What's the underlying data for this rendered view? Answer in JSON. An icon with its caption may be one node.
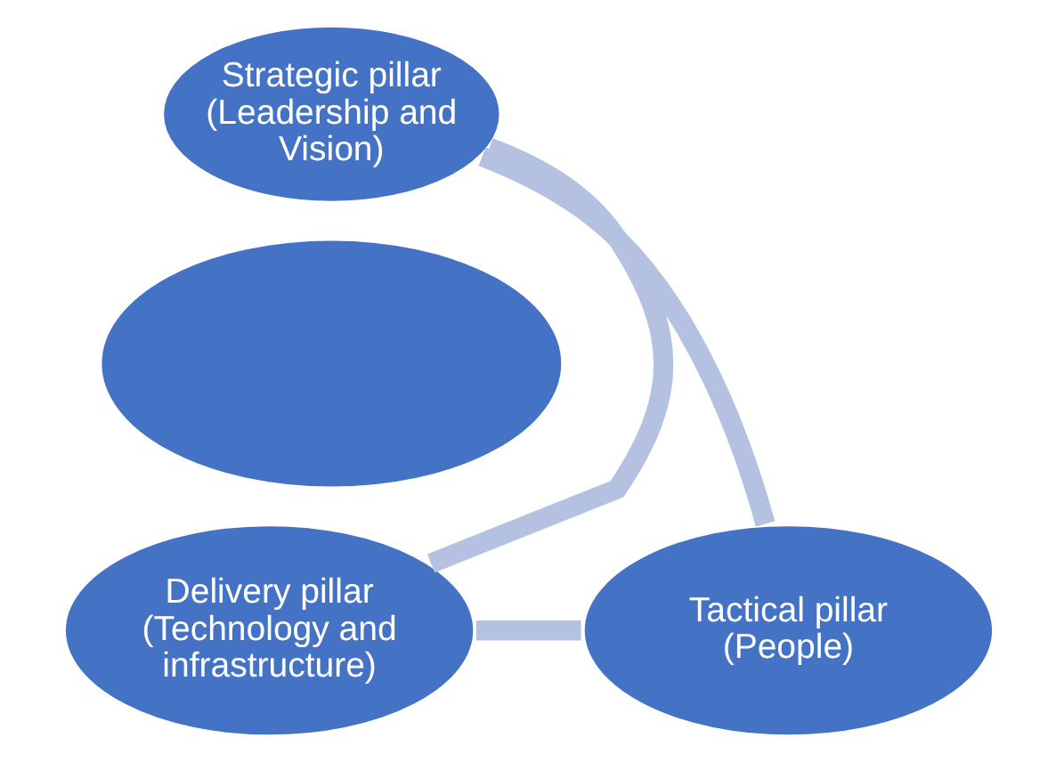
{
  "diagram": {
    "nodes": [
      {
        "text": [
          "Strategic pillar (Leadership and Vision)"
        ]
      },
      {
        "text": [],
        "shape": "ellipse"
      },
      {
        "text": [
          "Delivery pillar (Technology and infrastructure)"
        ]
      },
      {
        "text": [
          "Tactical pillar (People)"
        ]
      }
    ],
    "edges": [
      {
        "from": 0,
        "to": 3,
        "arrow": "none"
      },
      {
        "from": 3,
        "to": 2,
        "arrow": "none"
      },
      {
        "from": 2,
        "to": 0,
        "arrow": "none"
      }
    ]
  }
}
